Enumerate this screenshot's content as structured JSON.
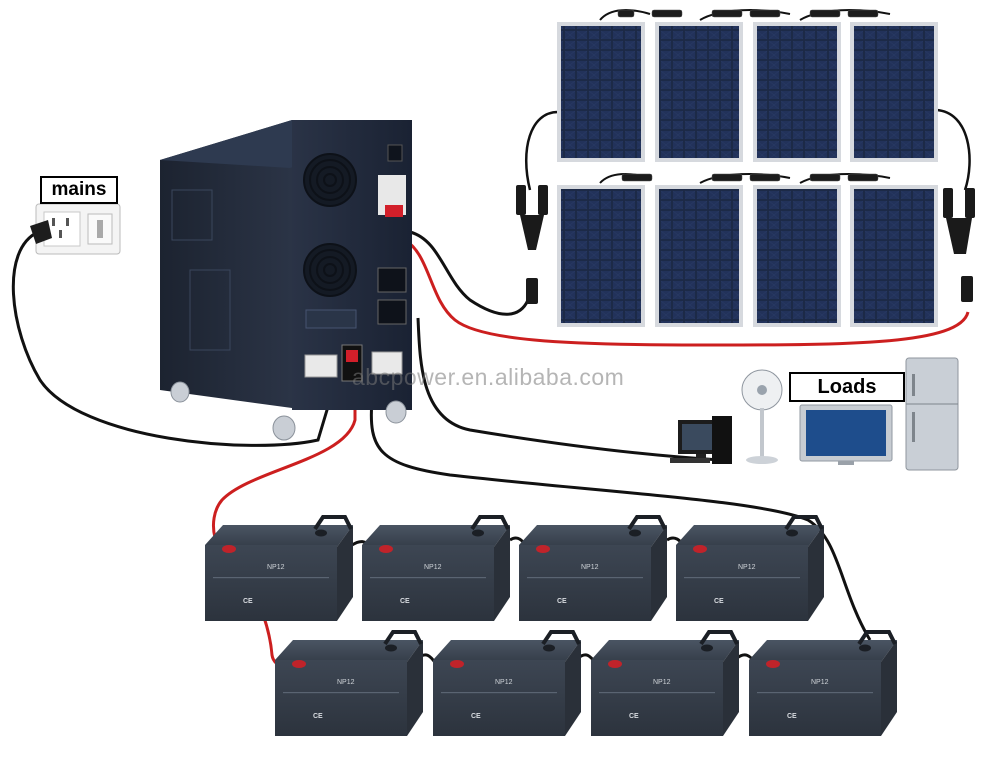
{
  "labels": {
    "mains": "mains",
    "loads": "Loads",
    "watermark": "abcpower.en.alibaba.com"
  },
  "battery": {
    "model": "NP12",
    "cert": "CE"
  },
  "colors": {
    "positive_wire": "#cc1f1f",
    "negative_wire": "#111111",
    "panel_cell": "#17233d",
    "battery_body": "#3a4350",
    "inverter_body": "#1f2a3c"
  },
  "components": {
    "solar_panels": 8,
    "batteries": 8
  }
}
